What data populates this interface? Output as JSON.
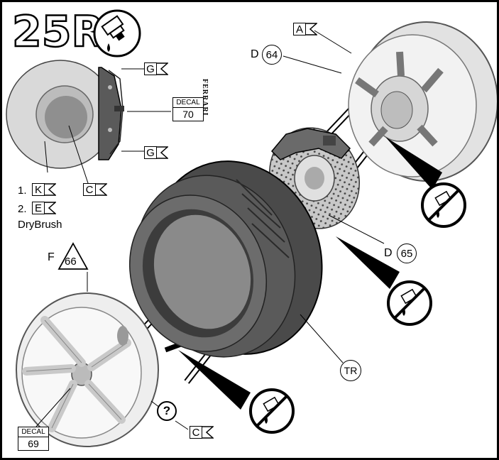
{
  "step": {
    "number": "25R"
  },
  "icons": {
    "glue": "glue-tube-icon",
    "no_glue": "no-glue-icon",
    "question": "question-mark-icon"
  },
  "colors": {
    "tire": "#4a4a4a",
    "disc_face": "#cfcfcf",
    "hub_center": "#8f8f8f",
    "brake": "#6a6a6a"
  },
  "callouts": {
    "flag_a": "A",
    "flag_g_top": "G",
    "flag_g_bottom": "G",
    "flag_k": "K",
    "flag_e": "E",
    "flag_c_left": "C",
    "flag_c_bottom": "C",
    "step1_prefix": "1.",
    "step2_prefix": "2.",
    "drybrush": "DryBrush",
    "label_c_inner": "C",
    "d64_prefix": "D",
    "d64_part": "64",
    "d65_prefix": "D",
    "d65_part": "65",
    "f66_prefix": "F",
    "f66_part": "66",
    "tr_part": "TR",
    "question": "?"
  },
  "decals": {
    "decal70": {
      "label": "DECAL",
      "number": "70"
    },
    "decal69": {
      "label": "DECAL",
      "number": "69"
    }
  },
  "logo_text": "FERRARI"
}
